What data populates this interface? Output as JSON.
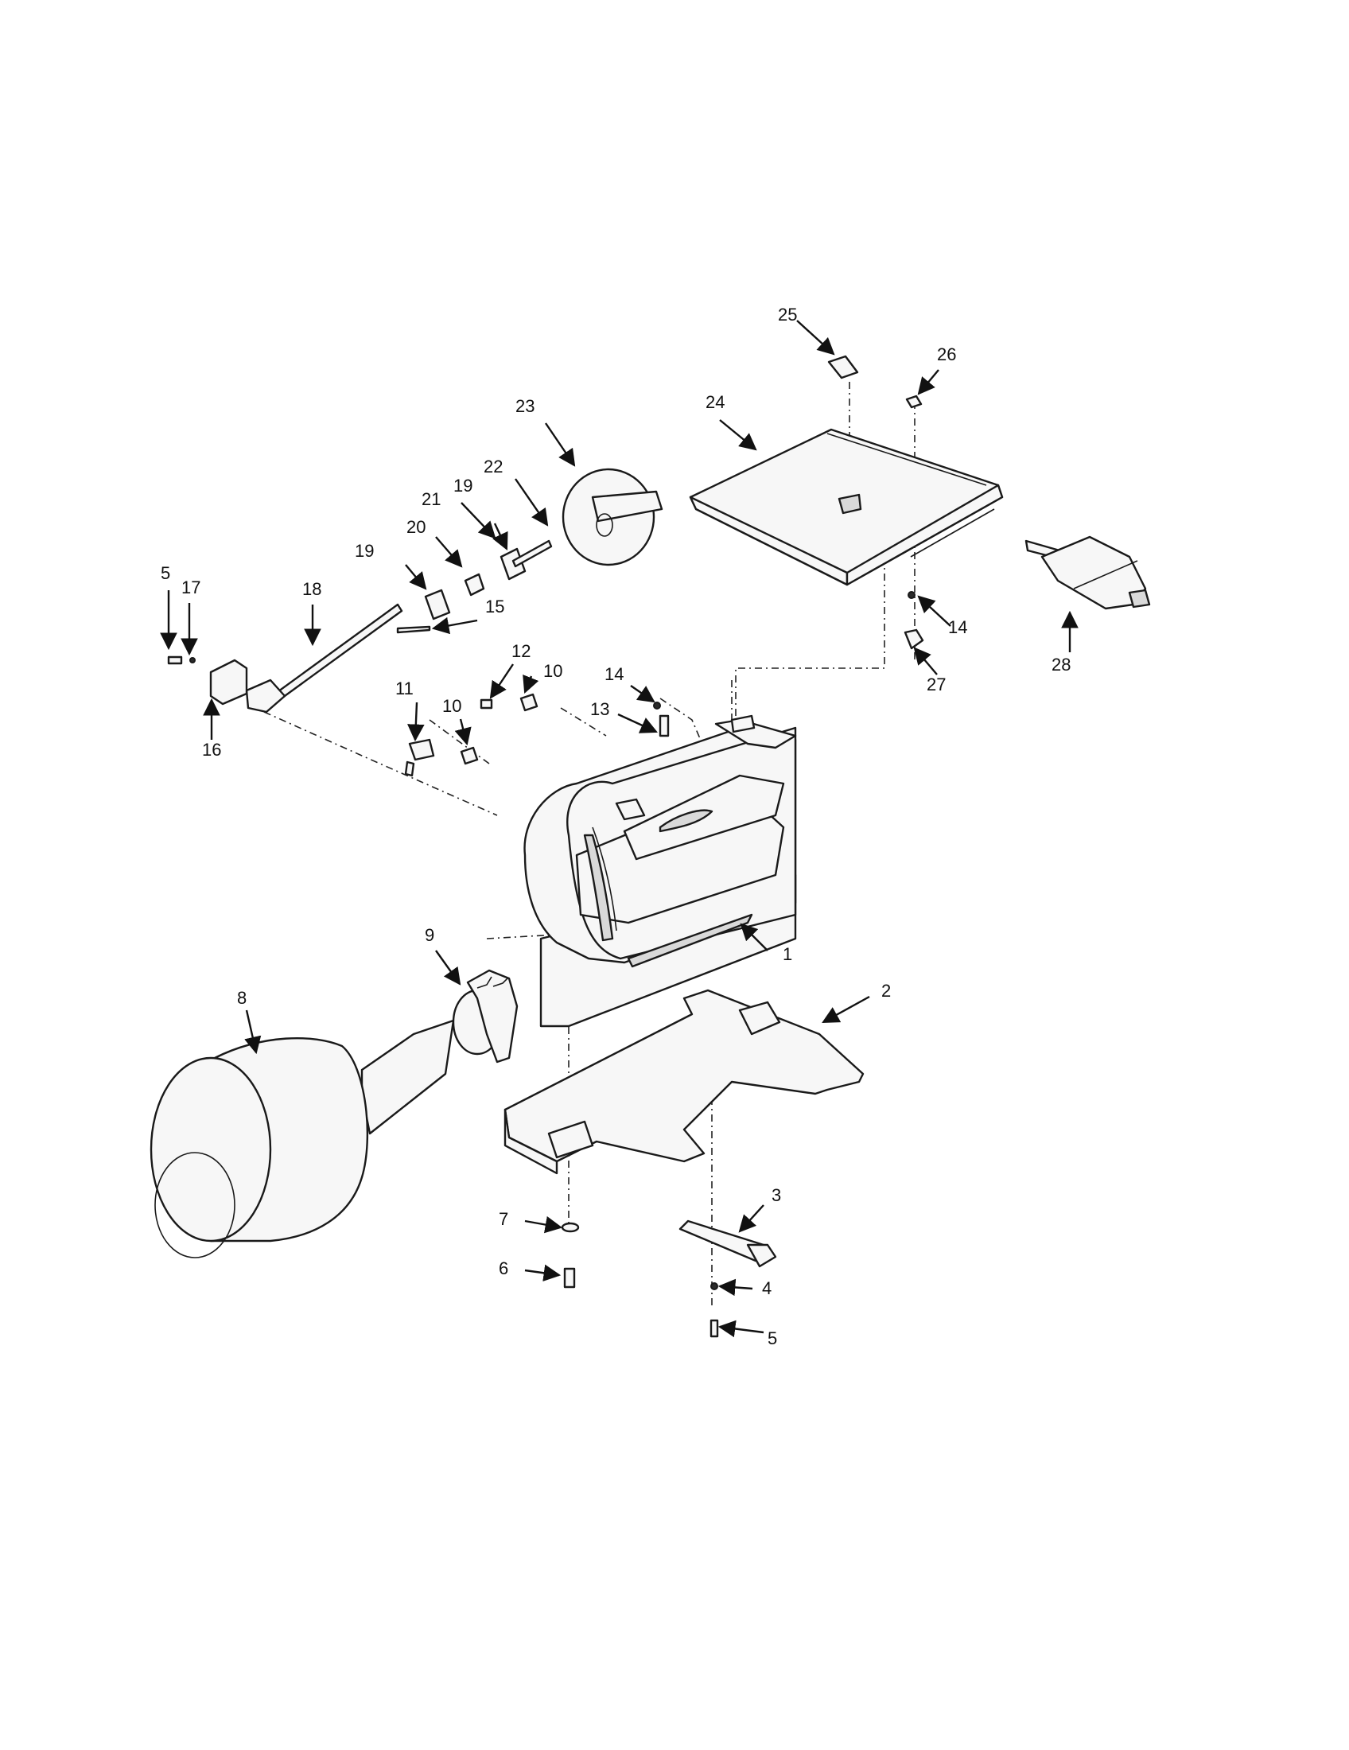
{
  "callouts": {
    "c1": "1",
    "c2": "2",
    "c3": "3",
    "c4": "4",
    "c5a": "5",
    "c5b": "5",
    "c6": "6",
    "c7": "7",
    "c8": "8",
    "c9": "9",
    "c10a": "10",
    "c10b": "10",
    "c11": "11",
    "c12": "12",
    "c13": "13",
    "c14a": "14",
    "c14b": "14",
    "c15": "15",
    "c16": "16",
    "c17": "17",
    "c18": "18",
    "c19a": "19",
    "c19b": "19",
    "c20": "20",
    "c21": "21",
    "c22": "22",
    "c23": "23",
    "c24": "24",
    "c25": "25",
    "c26": "26",
    "c27": "27",
    "c28": "28"
  },
  "colors": {
    "line": "#1a1a1a",
    "fill": "#f7f7f7",
    "shade": "#d9d9d9"
  }
}
